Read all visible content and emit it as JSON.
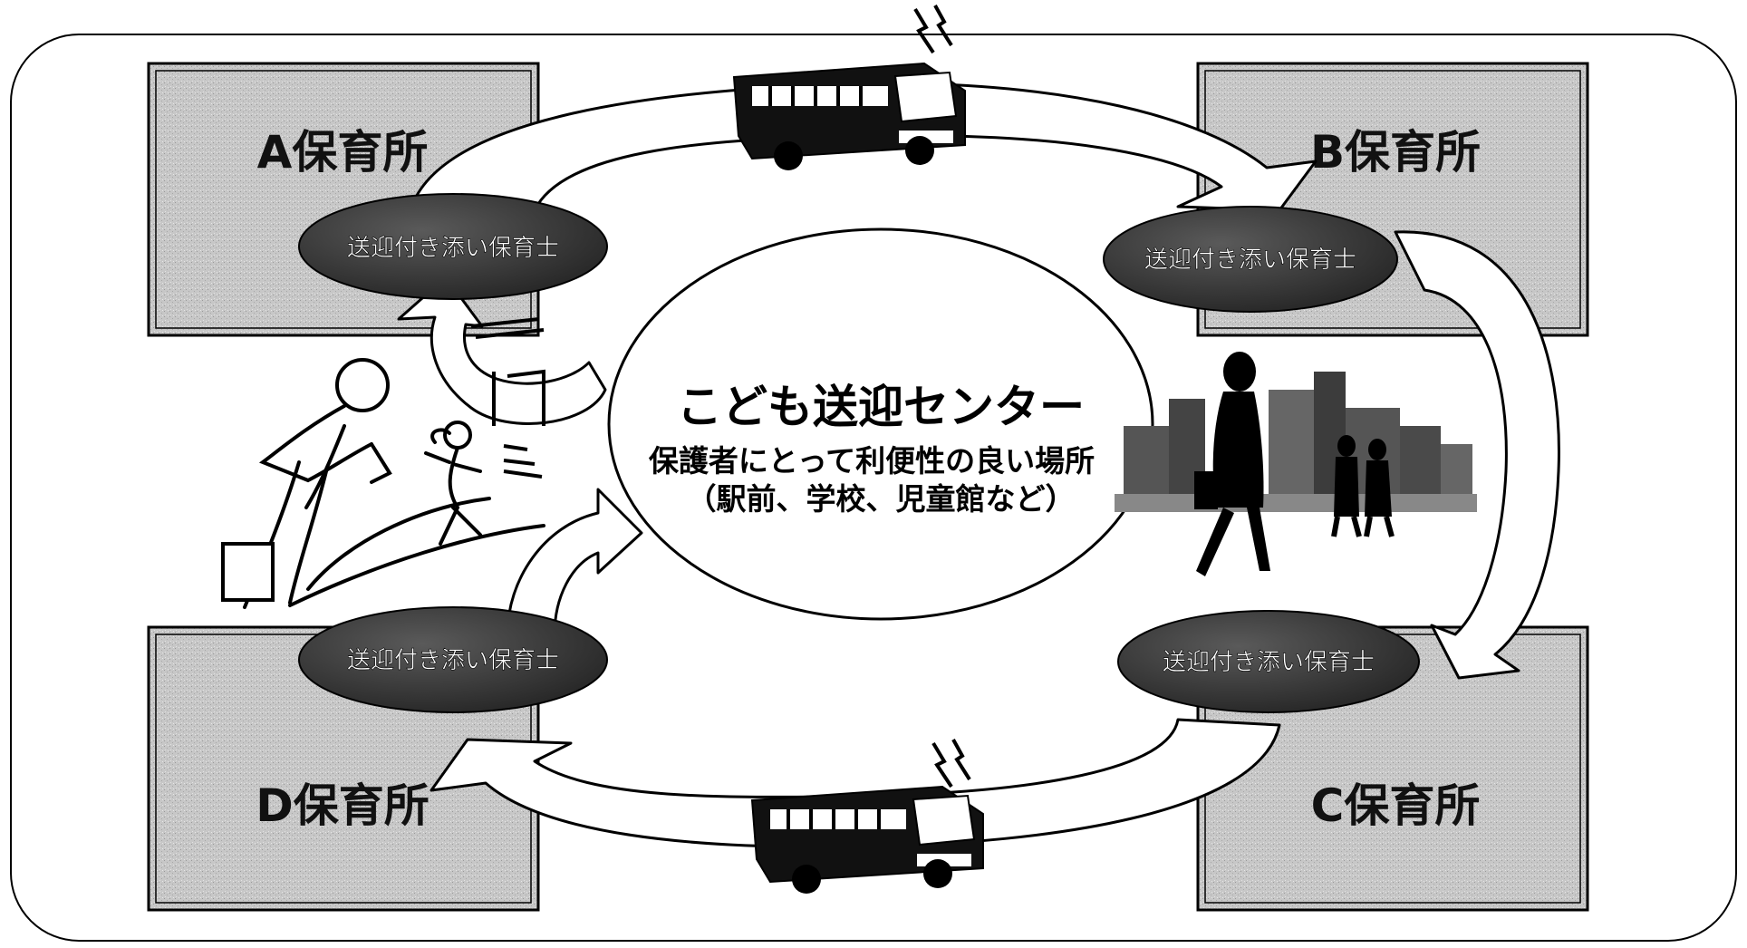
{
  "center": {
    "title": "こども送迎センター",
    "subtitle": "保護者にとって利便性の良い場所",
    "examples": "（駅前、学校、児童館など）"
  },
  "nurseries": {
    "a": "A保育所",
    "b": "B保育所",
    "c": "C保育所",
    "d": "D保育所"
  },
  "staff": {
    "a": "送迎付き添い保育士",
    "b": "送迎付き添い保育士",
    "c": "送迎付き添い保育士",
    "d": "送迎付き添い保育士"
  },
  "icons": [
    "bus-icon",
    "parent-child-icon",
    "commuters-icon",
    "phone-ring-icon"
  ],
  "colors": {
    "box_fill": "#c4c4c4",
    "oval_fill": "#3a3a3a",
    "line": "#000000",
    "background": "#ffffff"
  }
}
